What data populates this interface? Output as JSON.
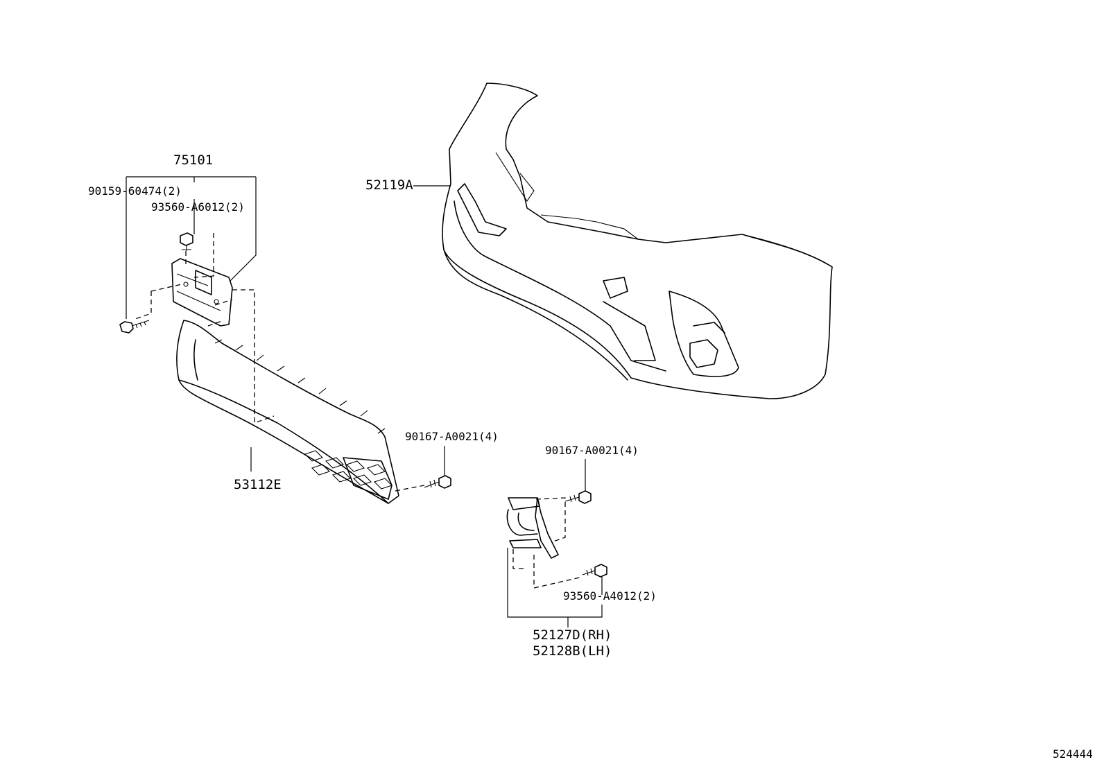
{
  "labels": {
    "bracket_75101": "75101",
    "screw_90159": "90159-60474(2)",
    "nut_93560_a6012": "93560-A6012(2)",
    "bumper_cover": "52119A",
    "grille": "53112E",
    "screw_90167_left": "90167-A0021(4)",
    "screw_90167_right": "90167-A0021(4)",
    "nut_93560_a4012": "93560-A4012(2)",
    "cover_rh": "52127D(RH)",
    "cover_lh": "52128B(LH)",
    "diagram_number": "524444"
  }
}
